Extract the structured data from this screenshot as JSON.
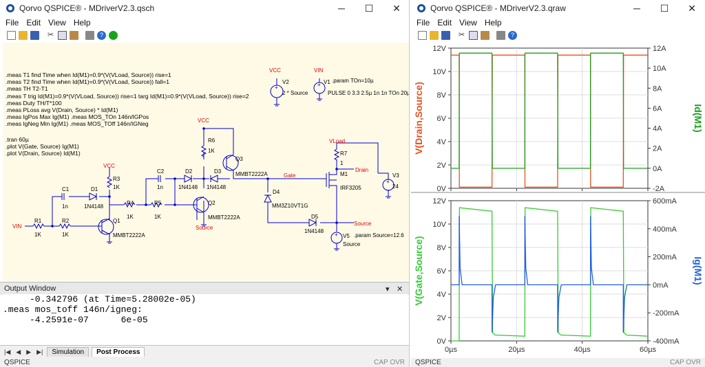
{
  "left_window": {
    "title": "Qorvo QSPICE® - MDriverV2.3.qsch",
    "menu": [
      "File",
      "Edit",
      "View",
      "Help"
    ],
    "controls": [
      "─",
      "☐",
      "✕"
    ],
    "toolbar_icons": [
      "new-file-icon",
      "open-file-icon",
      "save-icon",
      "cut-icon",
      "copy-icon",
      "paste-icon",
      "print-icon",
      "help-icon",
      "run-simulation-icon"
    ],
    "directives": [
      ".meas T1 find Time when Id(M1)=0.9*(V(VLoad, Source)) rise=1",
      ".meas T2 find Time when Id(M1)=0.9*(V(VLoad, Source)) fall=1",
      ".meas TH T2-T1",
      ".meas T trig Id(M1)=0.9*(V(VLoad, Source)) rise=1 targ Id(M1)=0.9*(V(VLoad, Source)) rise=2",
      ".meas Duty TH/T*100",
      ".meas PLoss avg V(Drain, Source) * Id(M1)",
      ".meas IgPos Max Ig(M1)   .meas MOS_TOn 146n/IGPos",
      ".meas IgNeg Min Ig(M1)   .meas MOS_TOff 146n/IGNeg"
    ],
    "sim_directives": [
      ".tran 60µ",
      ".plot V(Gate, Source) Ig(M1)",
      ".plot V(Drain, Source) Id(M1)"
    ],
    "schematic": {
      "v2": {
        "name": "V2",
        "value": "2 * Source",
        "net": "VCC"
      },
      "v1": {
        "name": "V1",
        "value": "PULSE 0 3.3 2.5µ 1n 1n TOn 20µ",
        "net": "VIN",
        "param": ".param TOn=10µ"
      },
      "v3": {
        "name": "V3",
        "value": "24"
      },
      "v5": {
        "name": "V5",
        "value": "Source",
        "param": ".param Source=12.6"
      },
      "r1": {
        "name": "R1",
        "value": "1K"
      },
      "r2": {
        "name": "R2",
        "value": "1K"
      },
      "r3": {
        "name": "R3",
        "value": "1K"
      },
      "r4": {
        "name": "R4",
        "value": "1K"
      },
      "r5": {
        "name": "R5",
        "value": "1K"
      },
      "r6": {
        "name": "R6",
        "value": "1K"
      },
      "r7": {
        "name": "R7",
        "value": "1"
      },
      "c1": {
        "name": "C1",
        "value": "1n"
      },
      "c2": {
        "name": "C2",
        "value": "1n"
      },
      "d1": {
        "name": "D1",
        "value": "1N4148"
      },
      "d2": {
        "name": "D2",
        "value": "1N4148"
      },
      "d3": {
        "name": "D3",
        "value": "1N4148"
      },
      "d4": {
        "name": "D4",
        "value": "MM3Z10VT1G"
      },
      "d5": {
        "name": "D5",
        "value": "1N4148"
      },
      "q1": {
        "name": "Q1",
        "value": "MMBT2222A"
      },
      "q2": {
        "name": "Q2",
        "value": "MMBT2222A"
      },
      "q3": {
        "name": "Q3",
        "value": "MMBT2222A"
      },
      "m1": {
        "name": "M1",
        "value": "IRF3205"
      },
      "nets": {
        "vcc": "VCC",
        "vin": "VIN",
        "gate": "Gate",
        "drain": "Drain",
        "source": "Source",
        "vload": "VLoad"
      }
    },
    "output_window": {
      "title": "Output Window",
      "lines": [
        "     -0.342796 (at Time=5.28002e-05)",
        ".meas mos_toff 146n/igneg:",
        "     -4.2591e-07      6e-05"
      ],
      "controls": [
        "▾",
        "✕"
      ]
    },
    "tabs": {
      "nav": [
        "|◀",
        "◀",
        "▶",
        "▶|"
      ],
      "items": [
        "Simulation",
        "Post Process"
      ],
      "active": "Post Process"
    },
    "status": {
      "left": "QSPICE",
      "right": "CAP OVR"
    }
  },
  "right_window": {
    "title": "Qorvo QSPICE® - MDriverV2.3.qraw",
    "menu": [
      "File",
      "Edit",
      "View",
      "Help"
    ],
    "controls": [
      "─",
      "☐",
      "✕"
    ],
    "toolbar_icons": [
      "new-file-icon",
      "open-file-icon",
      "save-icon",
      "cut-icon",
      "copy-icon",
      "paste-icon",
      "print-icon",
      "help-icon"
    ],
    "status": {
      "left": "QSPICE",
      "right": "CAP OVR"
    }
  },
  "colors": {
    "vds": "#e8501e",
    "id": "#1e9e1e",
    "vgs": "#33cc33",
    "ig": "#2060e0",
    "wire": "#0000cc",
    "net_label": "#dd0000",
    "schematic_bg": "#fffae6"
  },
  "chart_data": [
    {
      "type": "line",
      "title": "",
      "xlabel": "",
      "x_ticks": [
        "0µs",
        "20µs",
        "40µs",
        "60µs"
      ],
      "xlim": [
        0,
        60
      ],
      "ylabel": "V(Drain,Source)",
      "ylim": [
        0,
        12
      ],
      "y_ticks": [
        "0V",
        "2V",
        "4V",
        "6V",
        "8V",
        "10V",
        "12V"
      ],
      "y2label": "Id(M1)",
      "y2lim": [
        -2,
        12
      ],
      "y2_ticks": [
        "-2A",
        "0A",
        "2A",
        "4A",
        "6A",
        "8A",
        "10A",
        "12A"
      ],
      "grid": true,
      "series": [
        {
          "name": "V(Drain,Source)",
          "axis": "left",
          "x": [
            0,
            2.5,
            2.55,
            12.5,
            12.6,
            22.5,
            22.55,
            32.5,
            32.6,
            42.5,
            42.55,
            52.5,
            52.6,
            60
          ],
          "y": [
            11.4,
            11.4,
            0.1,
            0.1,
            11.4,
            11.4,
            0.1,
            0.1,
            11.4,
            11.4,
            0.1,
            0.1,
            11.4,
            11.4
          ]
        },
        {
          "name": "Id(M1)",
          "axis": "right",
          "x": [
            0,
            2.5,
            2.55,
            12.5,
            12.6,
            22.5,
            22.55,
            32.5,
            32.6,
            42.5,
            42.55,
            52.5,
            52.6,
            60
          ],
          "y": [
            0,
            0,
            11.5,
            11.5,
            0,
            0,
            11.5,
            11.5,
            0,
            0,
            11.5,
            11.5,
            0,
            0
          ]
        }
      ]
    },
    {
      "type": "line",
      "title": "",
      "xlabel": "",
      "x_ticks": [
        "0µs",
        "20µs",
        "40µs",
        "60µs"
      ],
      "xlim": [
        0,
        60
      ],
      "ylabel": "V(Gate,Source)",
      "ylim": [
        0,
        12
      ],
      "y_ticks": [
        "0V",
        "2V",
        "4V",
        "6V",
        "8V",
        "10V",
        "12V"
      ],
      "y2label": "Ig(M1)",
      "y2lim": [
        -400,
        600
      ],
      "y2_ticks": [
        "-400mA",
        "-200mA",
        "0mA",
        "200mA",
        "400mA",
        "600mA"
      ],
      "grid": true,
      "series": [
        {
          "name": "V(Gate,Source)",
          "axis": "left",
          "x": [
            0,
            2.5,
            2.6,
            12.5,
            12.7,
            13.5,
            22.5,
            22.6,
            32.5,
            32.7,
            33.5,
            42.5,
            42.6,
            52.5,
            52.7,
            53.5,
            60
          ],
          "y": [
            0,
            0,
            11.4,
            11.1,
            0.7,
            0.5,
            0.4,
            11.4,
            11.1,
            0.7,
            0.5,
            0.4,
            11.4,
            11.1,
            0.7,
            0.5,
            0.4
          ]
        },
        {
          "name": "Ig(M1)",
          "axis": "right",
          "x": [
            0,
            2.5,
            2.52,
            2.8,
            3.4,
            12.5,
            12.52,
            12.9,
            13.6,
            22.5,
            22.52,
            22.8,
            23.4,
            32.5,
            32.52,
            32.9,
            33.6,
            42.5,
            42.52,
            42.8,
            43.4,
            52.5,
            52.52,
            52.9,
            53.6,
            60
          ],
          "y": [
            0,
            0,
            490,
            120,
            0,
            0,
            -340,
            -90,
            0,
            0,
            490,
            120,
            0,
            0,
            -340,
            -90,
            0,
            0,
            490,
            120,
            0,
            0,
            -340,
            -90,
            0,
            0
          ]
        }
      ]
    }
  ]
}
